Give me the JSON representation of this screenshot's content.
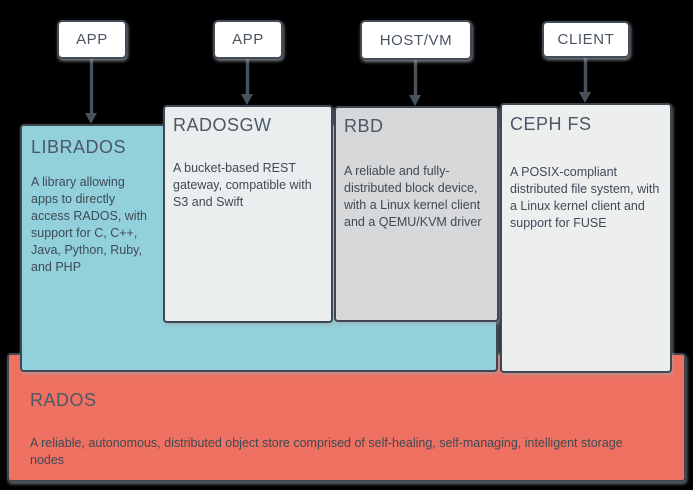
{
  "diagram": {
    "name": "Ceph architecture stack",
    "background_color": "#000000",
    "colors": {
      "node_fill": "#ffffff",
      "border": "#3e4853",
      "arrow": "#47525d",
      "title_text": "#4c5865",
      "body_text": "#3f4a55",
      "librados_fill": "#92d0db",
      "radosgw_fill": "#ebeeee",
      "rbd_fill": "#d6d8d9",
      "cephfs_fill": "#edefef",
      "rados_fill": "#ee7161"
    },
    "top_nodes": {
      "app1": {
        "label": "APP"
      },
      "app2": {
        "label": "APP"
      },
      "hostvm": {
        "label": "HOST/VM"
      },
      "client": {
        "label": "CLIENT"
      }
    },
    "connections": [
      {
        "from": "APP",
        "to": "LIBRADOS"
      },
      {
        "from": "APP",
        "to": "RADOSGW"
      },
      {
        "from": "HOST/VM",
        "to": "RBD"
      },
      {
        "from": "CLIENT",
        "to": "CEPH FS"
      }
    ],
    "boxes": {
      "librados": {
        "title": "LIBRADOS",
        "description": "A library allowing apps to directly access RADOS, with support for C, C++, Java, Python, Ruby, and PHP"
      },
      "radosgw": {
        "title": "RADOSGW",
        "description": "A bucket-based REST gateway, compatible with S3 and Swift"
      },
      "rbd": {
        "title": "RBD",
        "description": "A reliable and fully-distributed block device, with a Linux kernel client and a QEMU/KVM driver"
      },
      "cephfs": {
        "title": "CEPH FS",
        "description": "A POSIX-compliant distributed file system, with a Linux kernel client and support for FUSE"
      },
      "rados": {
        "title": "RADOS",
        "description": "A reliable, autonomous, distributed object store comprised of self-healing, self-managing, intelligent storage nodes"
      }
    }
  }
}
